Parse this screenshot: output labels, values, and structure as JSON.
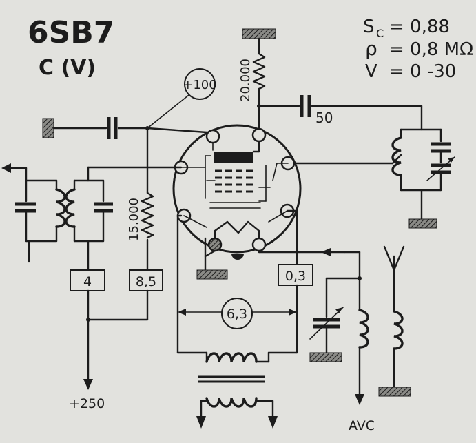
{
  "title": "6SB7",
  "subtitle": "C (V)",
  "specs": {
    "sc_symbol": "S",
    "sc_sub": "C",
    "sc_value": "= 0,88",
    "rho_symbol": "ρ",
    "rho_value": "= 0,8 MΩ",
    "v_symbol": "V",
    "v_value": "= 0 -30"
  },
  "labels": {
    "grid_voltage": "+100",
    "plate_resistor": "20.000",
    "coupling_cap": "50",
    "screen_resistor": "15.000",
    "box_left": "4",
    "box_mid": "8,5",
    "box_right": "0,3",
    "heater": "6,3",
    "supply": "+250",
    "avc": "AVC"
  }
}
